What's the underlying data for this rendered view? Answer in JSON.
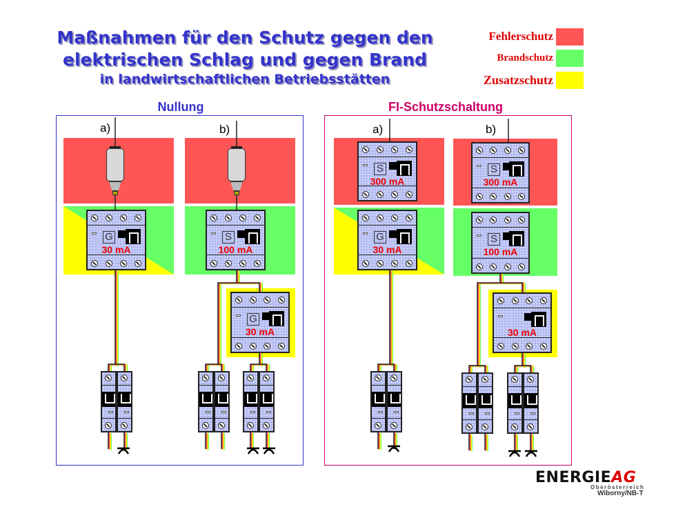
{
  "title": {
    "line1": "Maßnahmen für den Schutz gegen den",
    "line2": "elektrischen Schlag und gegen Brand",
    "line3": "in landwirtschaftlichen Betriebsstätten"
  },
  "legend": [
    {
      "label": "Fehlerschutz",
      "color": "#ff5555"
    },
    {
      "label": "Brandschutz",
      "color": "#66ff66"
    },
    {
      "label": "Zusatzschutz",
      "color": "#ffff00"
    }
  ],
  "sections": {
    "nullung": {
      "title": "Nullung",
      "color": "#3333cc",
      "a": "a)",
      "b": "b)"
    },
    "fi": {
      "title": "FI-Schutzschaltung",
      "color": "#cc0066",
      "a": "a)",
      "b": "b)"
    }
  },
  "devices": {
    "n_a_rcd": {
      "type": "G",
      "rating": "30 mA"
    },
    "n_b_rcd": {
      "type": "S",
      "rating": "100 mA"
    },
    "n_b_rcd2": {
      "type": "G",
      "rating": "30 mA"
    },
    "f_a_rcd1": {
      "type": "S",
      "rating": "300 mA"
    },
    "f_a_rcd2": {
      "type": "G",
      "rating": "30 mA"
    },
    "f_b_rcd1": {
      "type": "S",
      "rating": "300 mA"
    },
    "f_b_rcd2": {
      "type": "S",
      "rating": "100 mA"
    },
    "f_b_rcd3": {
      "type": "",
      "rating": "30 mA"
    }
  },
  "logo": {
    "brand1": "ENERGIE",
    "brand2": "AG",
    "sub": "Oberösterreich",
    "author": "Wiborny/NB-T"
  }
}
